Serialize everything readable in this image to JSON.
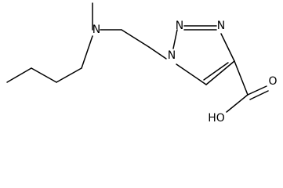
{
  "structure": {
    "type": "skeletal-formula",
    "atoms": {
      "n_amine": "N",
      "n1": "N",
      "n2": "N",
      "n3": "N",
      "oh": "HO",
      "o_carbonyl": "O"
    }
  },
  "colors": {
    "bond": "#000000",
    "text": "#000000",
    "background": "#ffffff"
  }
}
